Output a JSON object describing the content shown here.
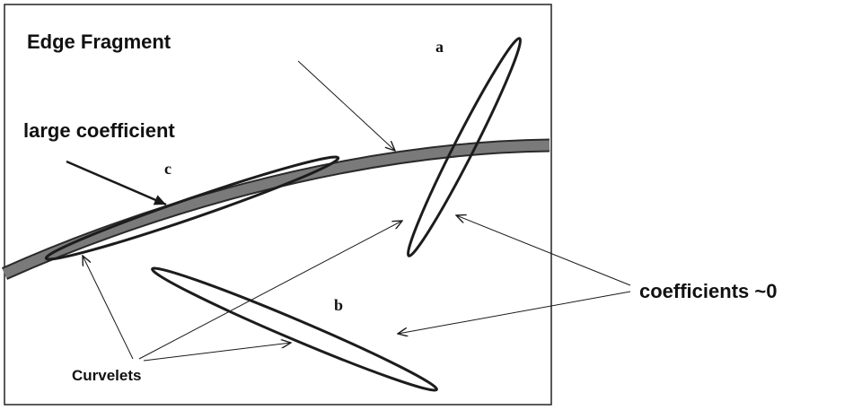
{
  "labels": {
    "edge_fragment": "Edge Fragment",
    "large_coefficient": "large coefficient",
    "coefficients_zero": "coefficients ~0",
    "curvelets": "Curvelets",
    "curvelet_a": "a",
    "curvelet_b": "b",
    "curvelet_c": "c"
  },
  "colors": {
    "background": "#ffffff",
    "frame": "#222222",
    "edge": "#7a7a7a",
    "curvelet_outline": "#1c1c1c",
    "arrow": "#1a1a1a"
  }
}
